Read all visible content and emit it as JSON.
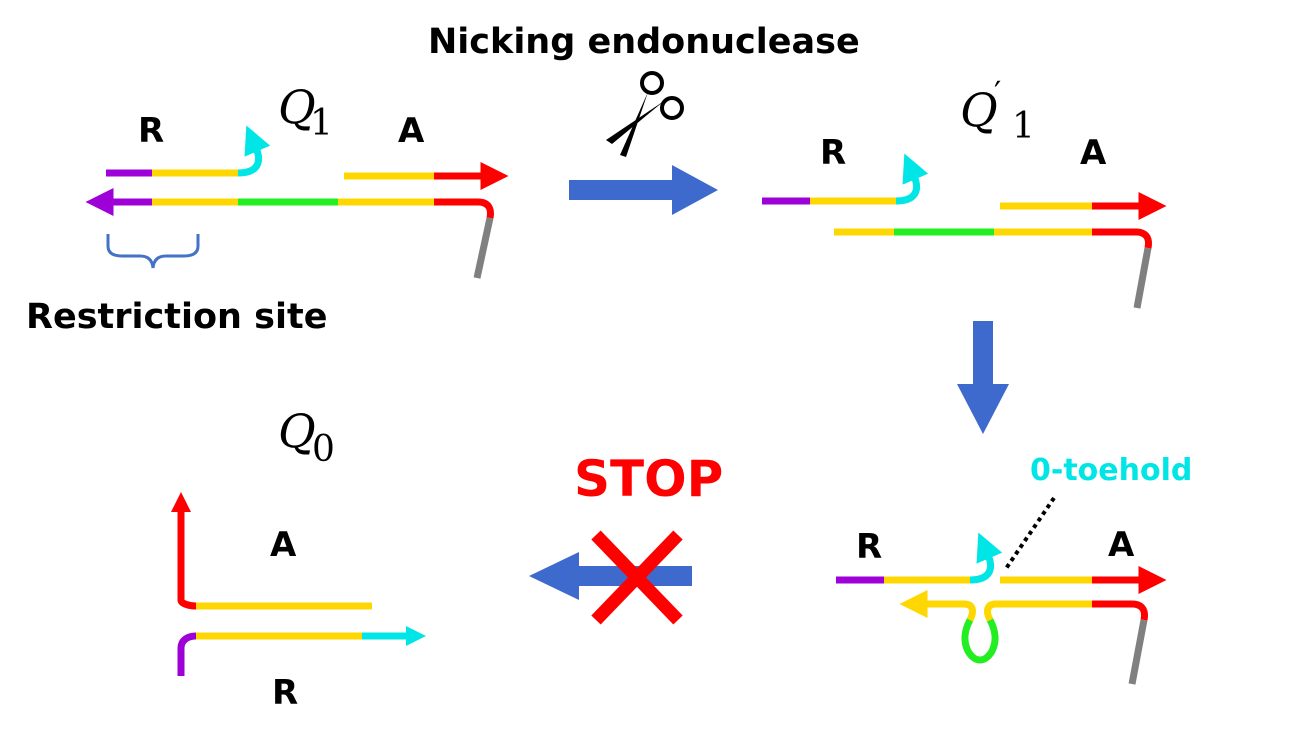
{
  "colors": {
    "purple": "#9e00d8",
    "yellow": "#ffd700",
    "green": "#22ee22",
    "red": "#ff0000",
    "cyan": "#00e5e5",
    "gray": "#808080",
    "blue_arrow": "#3e6acd",
    "brace": "#4472c4",
    "stop_red": "#ff0000",
    "toehold_text": "#00e5e5"
  },
  "labels": {
    "nicking_enzyme": "Nicking endonuclease",
    "restriction_site": "Restriction site",
    "stop": "STOP",
    "zero_toehold": "0-toehold"
  },
  "states": {
    "q1": {
      "symbol": "Q",
      "subscript": "1",
      "strand_r": "R",
      "strand_a": "A"
    },
    "q1_prime": {
      "symbol": "Q",
      "prime": "′",
      "subscript": "1",
      "strand_r": "R",
      "strand_a": "A"
    },
    "q1_prime_folded": {
      "strand_r": "R",
      "strand_a": "A"
    },
    "q0": {
      "symbol": "Q",
      "subscript": "0",
      "strand_a": "A",
      "strand_r": "R"
    }
  },
  "icons": {
    "scissors": "scissors-icon",
    "arrows": [
      "right-arrow-icon",
      "down-arrow-icon",
      "left-arrow-blocked-icon"
    ],
    "cross": "cross-icon"
  }
}
